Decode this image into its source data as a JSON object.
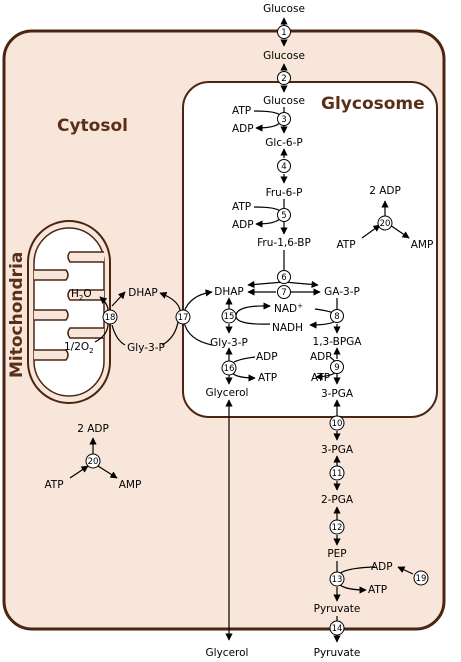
{
  "regions": {
    "cytosol": "Cytosol",
    "glycosome": "Glycosome",
    "mitochondria": "Mitochondria"
  },
  "metabolites": {
    "glucose_out": "Glucose",
    "glucose_cyt": "Glucose",
    "glucose_gly": "Glucose",
    "glc6p": "Glc-6-P",
    "fru6p": "Fru-6-P",
    "fru16bp": "Fru-1,6-BP",
    "dhap_gly": "DHAP",
    "ga3p": "GA-3-P",
    "bpga": "1,3-BPGA",
    "pga3_gly": "3-PGA",
    "pga3_cyt": "3-PGA",
    "pga2": "2-PGA",
    "pep": "PEP",
    "pyruvate_cyt": "Pyruvate",
    "pyruvate_out": "Pyruvate",
    "gly3p_gly": "Gly-3-P",
    "glycerol_gly": "Glycerol",
    "glycerol_out": "Glycerol",
    "dhap_cyt": "DHAP",
    "gly3p_cyt": "Gly-3-P",
    "h2o": "H",
    "h2o_sub": "2",
    "h2o_end": "O",
    "o2_pre": "1/2O",
    "o2_sub": "2",
    "nad": "NAD",
    "nad_sup": "+",
    "nadh": "NADH"
  },
  "cofactors": {
    "atp3": "ATP",
    "adp3": "ADP",
    "atp5": "ATP",
    "adp5": "ADP",
    "adp8": "ADP",
    "atp8": "ATP",
    "adp9": "ADP",
    "atp9": "ATP",
    "adp13": "ADP",
    "atp13": "ATP",
    "g_adp": "2 ADP",
    "g_atp": "ATP",
    "g_amp": "AMP",
    "c_adp": "2 ADP",
    "c_atp": "ATP",
    "c_amp": "AMP"
  },
  "steps": {
    "s1": "1",
    "s2": "2",
    "s3": "3",
    "s4": "4",
    "s5": "5",
    "s6": "6",
    "s7": "7",
    "s8": "8",
    "s9": "9",
    "s10": "10",
    "s11": "11",
    "s12": "12",
    "s13": "13",
    "s14": "14",
    "s15": "15",
    "s16": "16",
    "s17": "17",
    "s18": "18",
    "s19": "19",
    "s20a": "20",
    "s20b": "20"
  },
  "colors": {
    "cytosol_fill": "#f7e6d9",
    "border": "#4a2512",
    "mito_fill": "#f7e6d9",
    "region_text": "#5a2f1a"
  }
}
